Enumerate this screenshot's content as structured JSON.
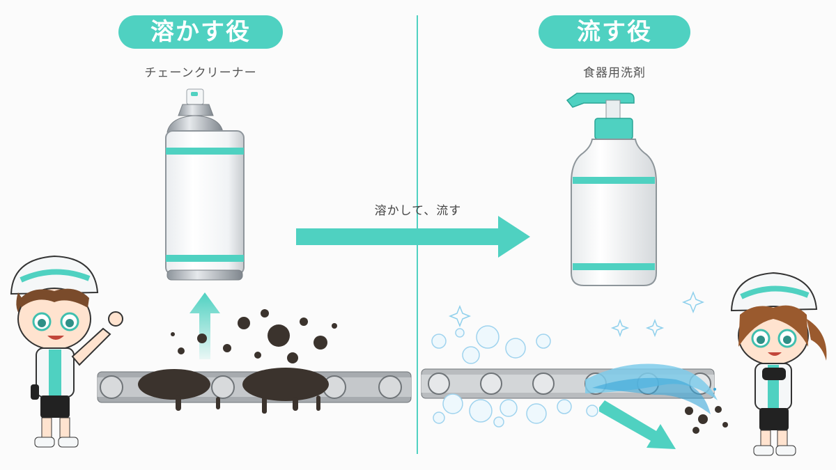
{
  "left": {
    "badge": "溶かす役",
    "subtitle": "チェーンクリーナー"
  },
  "right": {
    "badge": "流す役",
    "subtitle": "食器用洗剤"
  },
  "center": {
    "arrow_label": "溶かして、流す"
  },
  "colors": {
    "accent": "#4fd1c1",
    "accent_dark": "#2cb7a6",
    "dirt": "#3b332d",
    "chain": "#b9bcbf"
  }
}
